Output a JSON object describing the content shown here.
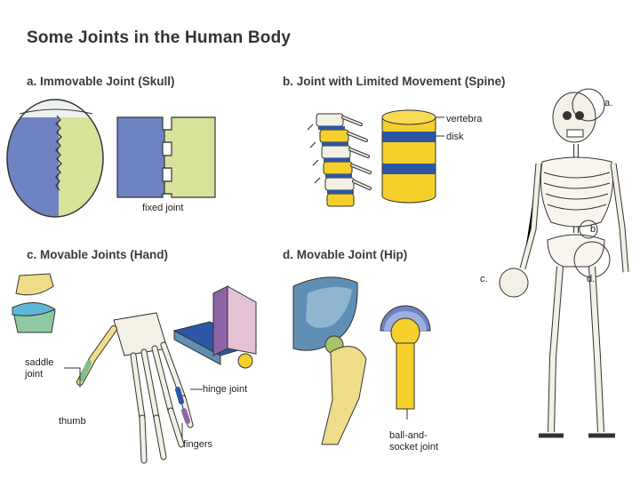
{
  "title": "Some Joints in the Human Body",
  "sections": {
    "a": "a. Immovable Joint (Skull)",
    "b": "b. Joint with Limited Movement (Spine)",
    "c": "c. Movable Joints (Hand)",
    "d": "d. Movable Joint (Hip)"
  },
  "labels": {
    "fixed_joint": "fixed joint",
    "vertebra": "vertebra",
    "disk": "disk",
    "saddle_joint_1": "saddle",
    "saddle_joint_2": "joint",
    "hinge_joint": "hinge joint",
    "thumb": "thumb",
    "fingers": "fingers",
    "ball_socket_1": "ball-and-",
    "ball_socket_2": "socket joint",
    "marker_a": "a.",
    "marker_b": "b.",
    "marker_c": "c.",
    "marker_d": "d."
  },
  "colors": {
    "blue": "#6f83c2",
    "yellow_green": "#d8e39a",
    "yellow": "#f5cf2a",
    "navy": "#2d56a6",
    "teal": "#5f8fb5",
    "purple": "#8e63a6",
    "green": "#7fc08a",
    "bone": "#f3f0e6"
  }
}
